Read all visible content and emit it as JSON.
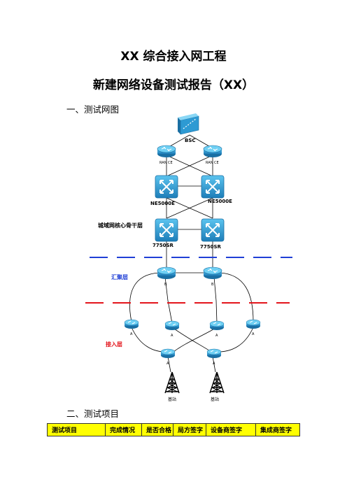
{
  "document": {
    "title": "XX 综合接入网工程",
    "subtitle": "新建网络设备测试报告（XX）",
    "section1": "一、测试网图",
    "section2": "二、测试项目"
  },
  "diagram": {
    "bsc_label": "BSC",
    "ranace_left": "RAN CE",
    "ranace_right": "RAN CE",
    "ne_left": "NE5000E",
    "ne_right": "NE5000E",
    "backbone_label": "城域网核心骨干层",
    "sr_left": "7750SR",
    "sr_right": "7750SR",
    "agg_label": "汇聚层",
    "access_label": "接入层",
    "agg_left_mark": "B",
    "agg_right_mark": "B",
    "access_marks": [
      "A",
      "A",
      "A",
      "A",
      "A",
      "A"
    ],
    "station_left": "基站",
    "station_right": "基站",
    "colors": {
      "dash_blue": "#1f3fd6",
      "dash_red": "#e3141b",
      "label_blue": "#1f3fd6",
      "label_red": "#e3141b",
      "device": "#2a8fc6"
    }
  },
  "table": {
    "headers": [
      "测试项目",
      "完成情况",
      "是否合格",
      "局方签字",
      "设备商签字",
      "集成商签字"
    ]
  }
}
